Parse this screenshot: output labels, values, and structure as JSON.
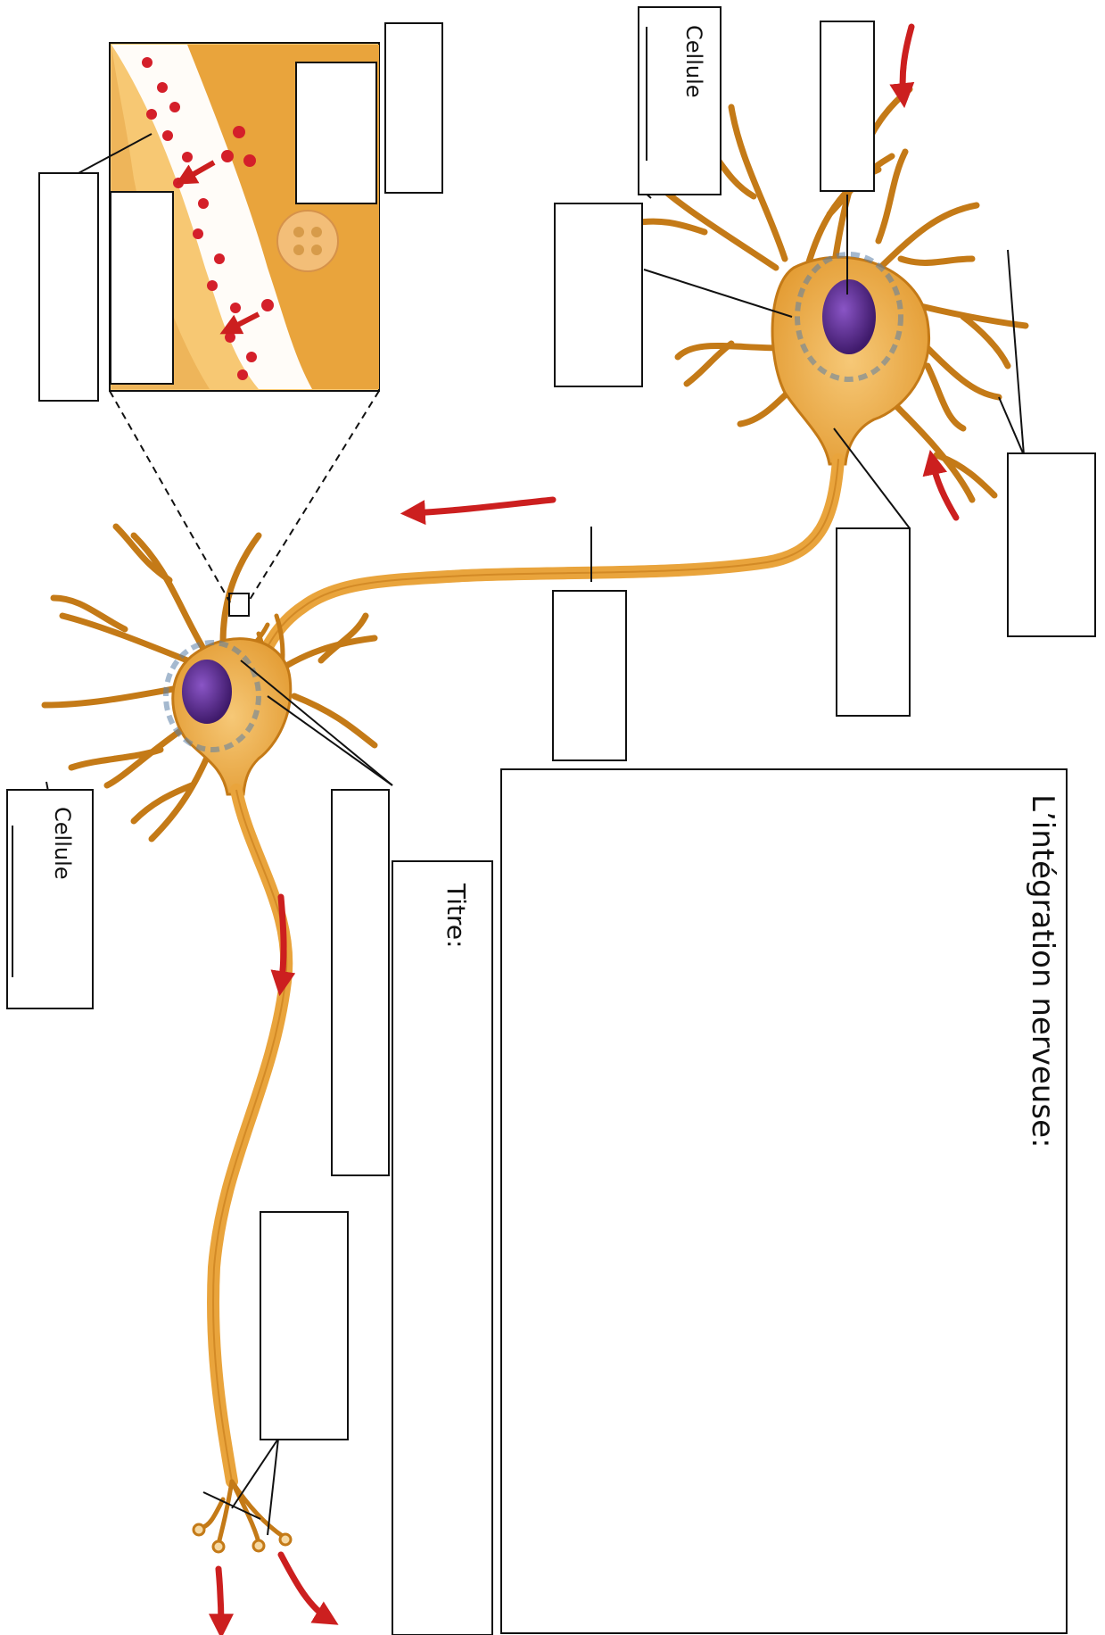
{
  "worksheet": {
    "main_title": "L’intégration nerveuse:",
    "subtitle_label": "Titre:",
    "cell_label_top": "Cellule",
    "cell_label_left": "Cellule"
  },
  "colors": {
    "neuron_fill": "#e9a43c",
    "neuron_stroke": "#c47a17",
    "nucleus": "#5b2d8c",
    "arrow": "#cc1f1f",
    "vesicle": "#d41f2a",
    "inset_background": "#f7c873"
  },
  "diagram": {
    "subject": "neuron-to-neuron signal transmission with synapse inset",
    "blank_label_boxes": 14,
    "arrow_icon": "red-curved-arrow",
    "inset_icon": "synapse-magnifier"
  }
}
